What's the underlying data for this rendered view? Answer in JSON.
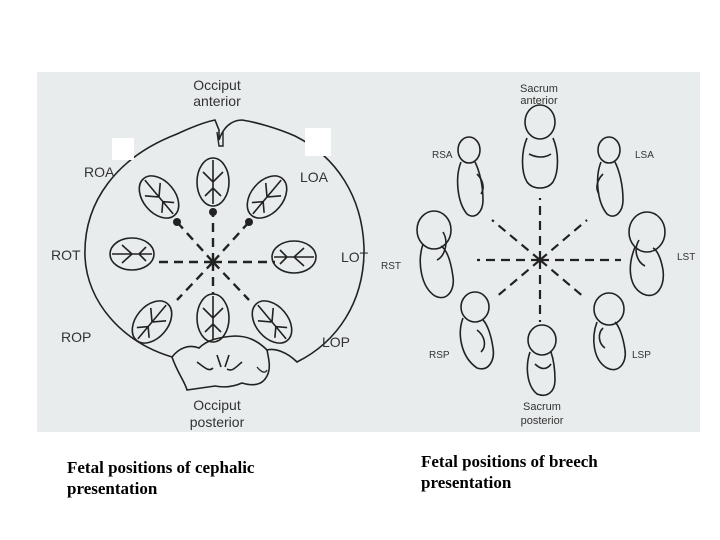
{
  "cephalic": {
    "top_label_1": "Occiput",
    "top_label_2": "anterior",
    "bottom_label_1": "Occiput",
    "bottom_label_2": "posterior",
    "roa": "ROA",
    "loa": "LOA",
    "rot": "ROT",
    "lot": "LOT",
    "rop": "ROP",
    "lop": "LOP",
    "caption": "Fetal positions of cephalic presentation"
  },
  "breech": {
    "top_label_1": "Sacrum",
    "top_label_2": "anterior",
    "bottom_label_1": "Sacrum",
    "bottom_label_2": "posterior",
    "rsa": "RSA",
    "lsa": "LSA",
    "rst": "RST",
    "lst": "LST",
    "rsp": "RSP",
    "lsp": "LSP",
    "caption": "Fetal positions of breech presentation"
  },
  "colors": {
    "panel": "#e9ecec",
    "ink": "#222222"
  }
}
